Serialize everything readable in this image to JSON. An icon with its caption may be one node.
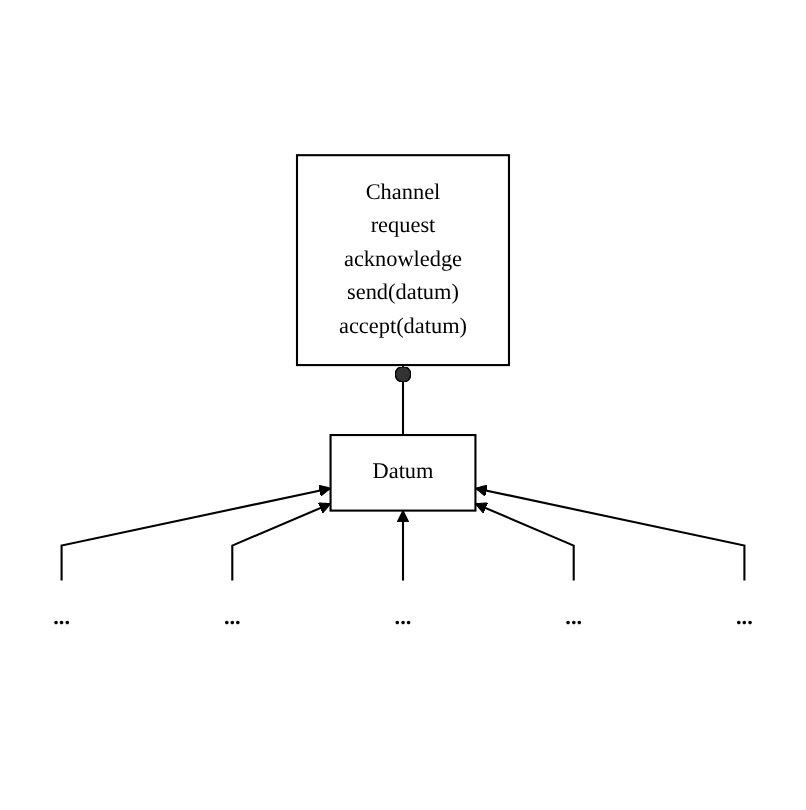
{
  "diagram": {
    "nodes": [
      {
        "text": [
          "Channel",
          "request",
          "acknowledge",
          "send(datum)",
          "accept(datum)"
        ]
      },
      {
        "text": [
          "Datum"
        ]
      },
      {
        "text": [
          "..."
        ]
      },
      {
        "text": [
          "..."
        ]
      },
      {
        "text": [
          "..."
        ]
      },
      {
        "text": [
          "..."
        ]
      },
      {
        "text": [
          "..."
        ]
      }
    ],
    "edges": [
      {
        "from": 1,
        "to": 0,
        "arrow": "other"
      },
      {
        "from": 2,
        "to": 1,
        "arrow": "to"
      },
      {
        "from": 3,
        "to": 1,
        "arrow": "to"
      },
      {
        "from": 4,
        "to": 1,
        "arrow": "to"
      },
      {
        "from": 5,
        "to": 1,
        "arrow": "to"
      },
      {
        "from": 6,
        "to": 1,
        "arrow": "to"
      }
    ]
  }
}
